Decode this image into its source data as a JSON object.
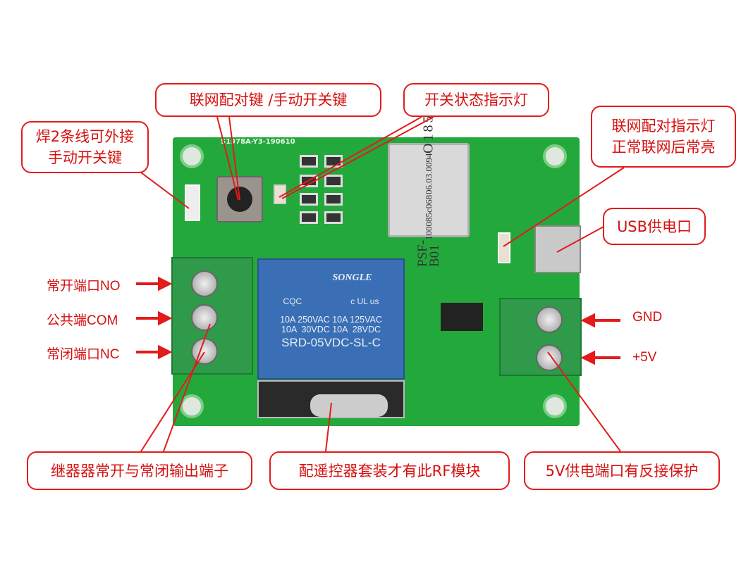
{
  "board": {
    "pcb_code": "S1978A-Y3-190610",
    "module": {
      "line1": "PSF-B01",
      "line2": "100085c068",
      "line3": "06.03.0094",
      "line4": "O185"
    },
    "relay": {
      "brand": "SONGLE",
      "cert1": "CQC",
      "cert2": "c UL us",
      "rating1": "10A 250VAC 10A 125VAC",
      "rating2": "10A  30VDC 10A  28VDC",
      "model": "SRD-05VDC-SL-C"
    }
  },
  "callouts": {
    "external_switch": [
      "焊2条线可外接",
      "手动开关键"
    ],
    "pair_button": "联网配对键 /手动开关键",
    "status_led": "开关状态指示灯",
    "pair_led": [
      "联网配对指示灯",
      "正常联网后常亮"
    ],
    "usb": "USB供电口",
    "relay_terminals": "继器器常开与常闭输出端子",
    "rf_module": "配遥控器套装才有此RF模块",
    "power_protect": "5V供电端口有反接保护"
  },
  "terminal_labels": {
    "no": "常开端口NO",
    "com": "公共端COM",
    "nc": "常闭端口NC",
    "gnd": "GND",
    "v5": "+5V"
  },
  "colors": {
    "accent": "#d71010",
    "pcb": "#23a83c"
  }
}
